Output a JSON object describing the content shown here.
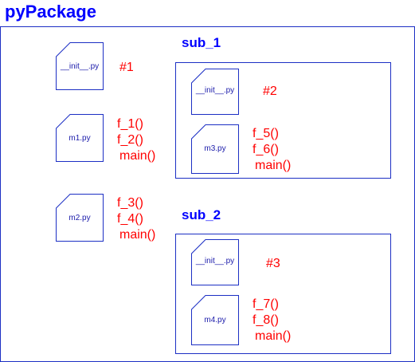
{
  "package": {
    "title": "pyPackage"
  },
  "root_files": [
    {
      "label": "__init__.py",
      "note": "#1",
      "functions": []
    },
    {
      "label": "m1.py",
      "note": "",
      "functions": [
        "f_1()",
        "f_2()",
        "main()"
      ]
    },
    {
      "label": "m2.py",
      "note": "",
      "functions": [
        "f_3()",
        "f_4()",
        "main()"
      ]
    }
  ],
  "sub_1": {
    "title": "sub_1",
    "files": [
      {
        "label": "__init__.py",
        "note": "#2",
        "functions": []
      },
      {
        "label": "m3.py",
        "note": "",
        "functions": [
          "f_5()",
          "f_6()",
          "main()"
        ]
      }
    ]
  },
  "sub_2": {
    "title": "sub_2",
    "files": [
      {
        "label": "__init__.py",
        "note": "#3",
        "functions": []
      },
      {
        "label": "m4.py",
        "note": "",
        "functions": [
          "f_7()",
          "f_8()",
          "main()"
        ]
      }
    ]
  },
  "colors": {
    "title": "#0000ff",
    "border": "#1c2fc4",
    "code": "#ff0000"
  }
}
